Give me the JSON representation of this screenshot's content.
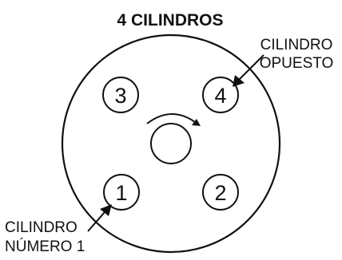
{
  "diagram": {
    "title": "4 CILINDROS",
    "cylinders": [
      {
        "number": "3"
      },
      {
        "number": "4"
      },
      {
        "number": "1"
      },
      {
        "number": "2"
      }
    ],
    "callouts": {
      "opposite": {
        "line1": "CILINDRO",
        "line2": "OPUESTO"
      },
      "number_one": {
        "line1": "CILINDRO",
        "line2": "NÚMERO 1"
      }
    },
    "rotation": "clockwise",
    "colors": {
      "ink": "#111111",
      "background": "#ffffff"
    }
  }
}
